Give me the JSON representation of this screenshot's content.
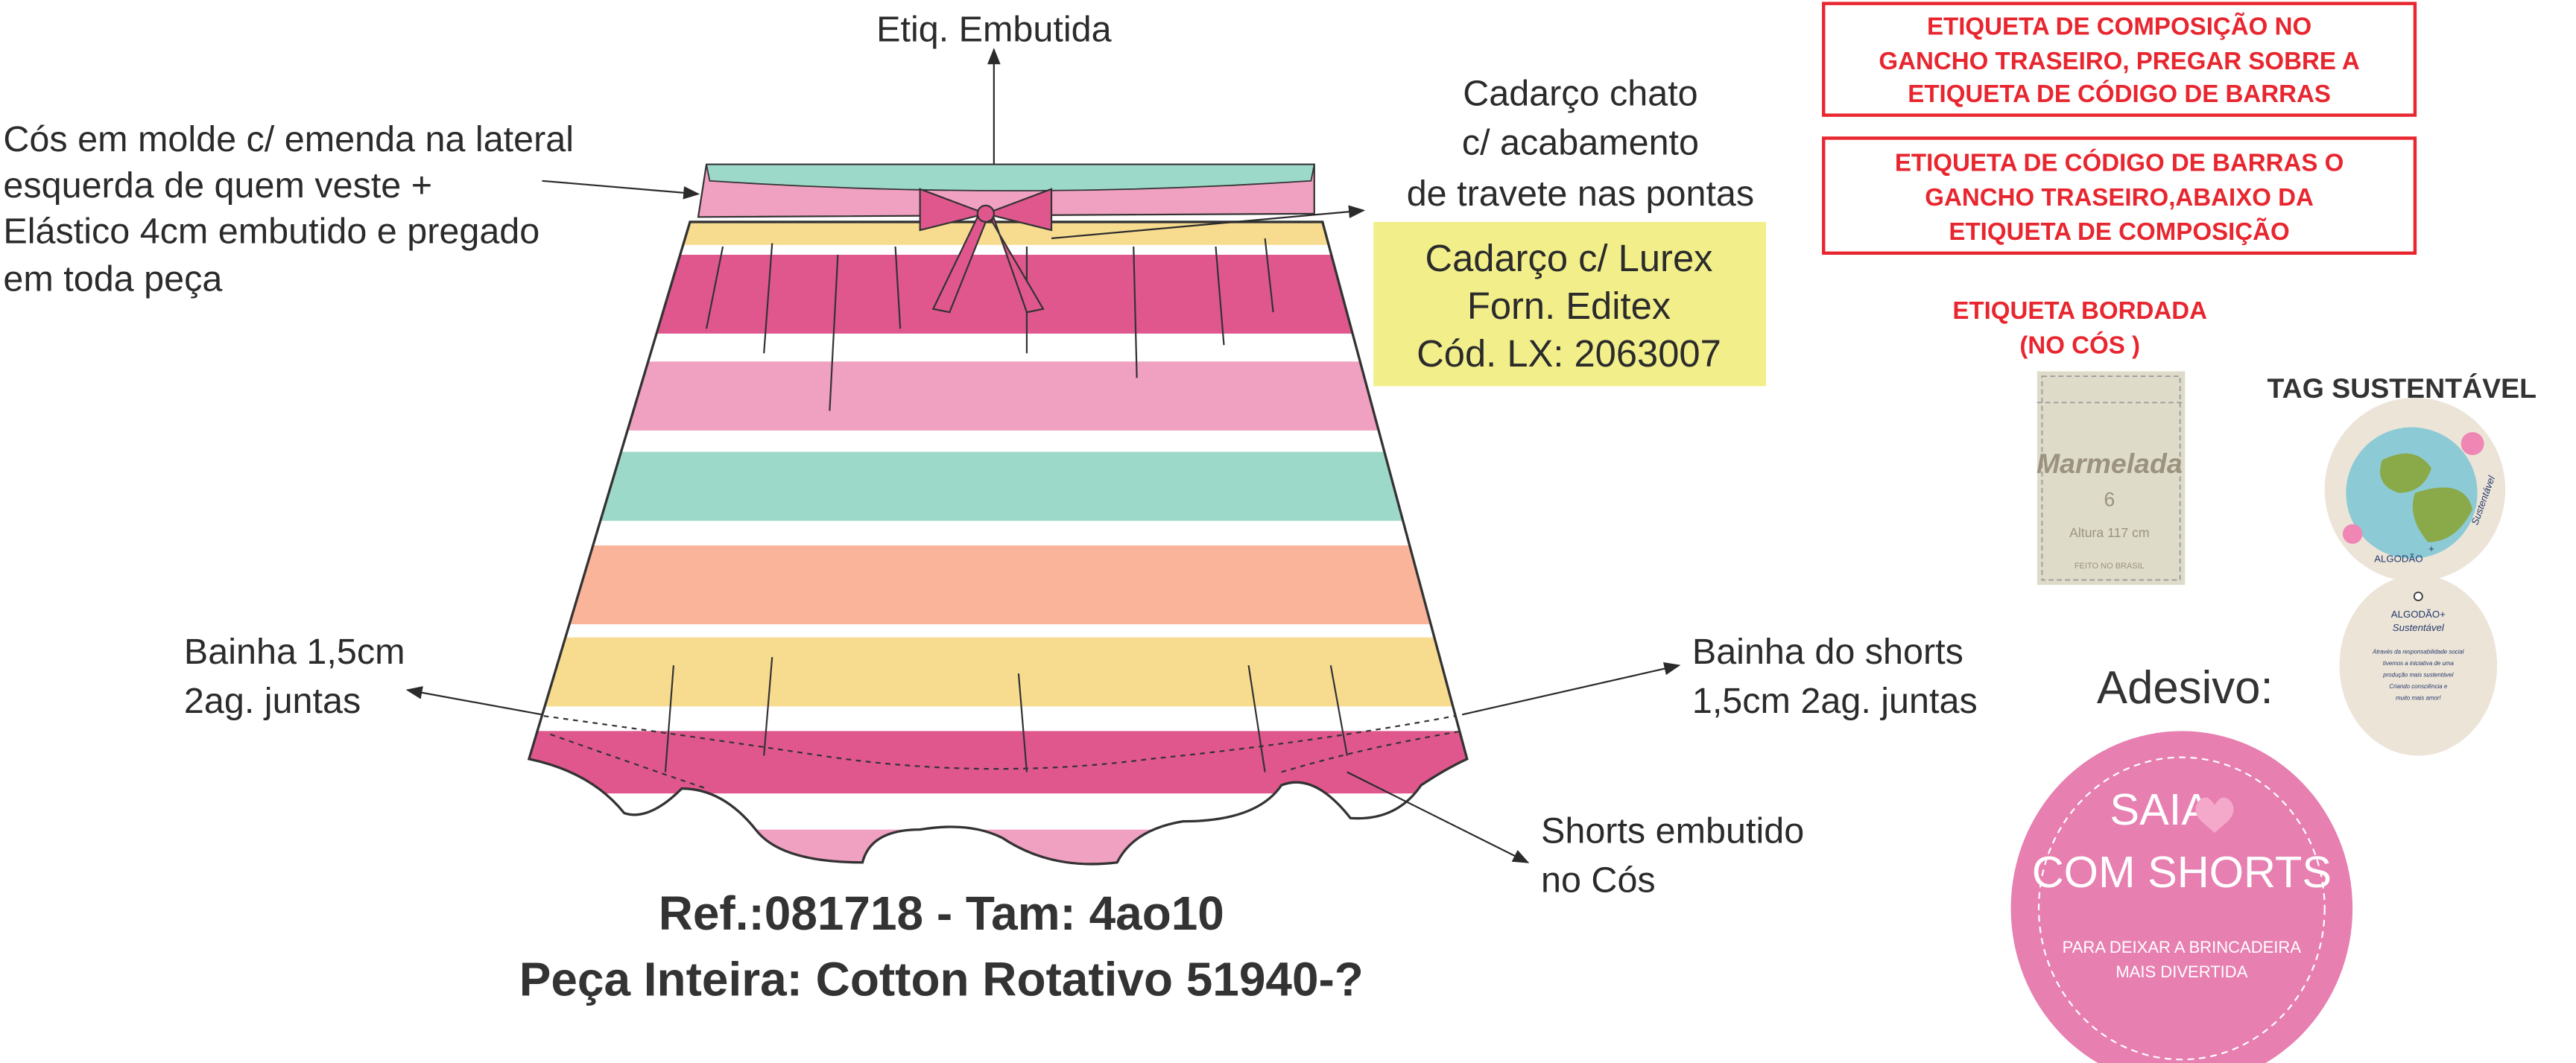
{
  "annotations": {
    "etiq_embutida": "Etiq. Embutida",
    "cos": [
      "Cós em molde c/ emenda na lateral",
      "esquerda de quem veste +",
      "Elástico 4cm embutido e pregado",
      "em toda peça"
    ],
    "cadarco": [
      "Cadarço chato",
      "c/ acabamento",
      "de travete nas pontas"
    ],
    "lurex_box": [
      "Cadarço c/ Lurex",
      "Forn. Editex",
      "Cód. LX: 2063007"
    ],
    "bainha": [
      "Bainha 1,5cm",
      "2ag. juntas"
    ],
    "bainha_shorts": [
      "Bainha do shorts",
      "1,5cm 2ag. juntas"
    ],
    "shorts_embutido": [
      "Shorts embutido",
      "no Cós"
    ]
  },
  "red_notes": [
    [
      "ETIQUETA DE COMPOSIÇÃO NO",
      "GANCHO TRASEIRO, PREGAR SOBRE A",
      "ETIQUETA DE CÓDIGO DE BARRAS"
    ],
    [
      "ETIQUETA DE CÓDIGO DE BARRAS O",
      "GANCHO TRASEIRO,ABAIXO DA",
      "ETIQUETA DE COMPOSIÇÃO"
    ]
  ],
  "etiqueta_bordada": {
    "title": [
      "ETIQUETA BORDADA",
      "(NO CÓS )"
    ],
    "brand": "Marmelada",
    "size": "6",
    "height": "Altura 117 cm",
    "origin": "FEITO NO BRASIL"
  },
  "tag": {
    "title": "TAG SUSTENTÁVEL",
    "front": [
      "ALGODÃO",
      "+",
      "Sustentável"
    ],
    "back_title": [
      "ALGODÃO+",
      "Sustentável"
    ],
    "back_text": [
      "Através da responsabilidade social",
      "tivemos a iniciativa de uma",
      "produção mais sustentável",
      "Criando consciência e",
      "muito mais amor!"
    ]
  },
  "adesivo": {
    "label": "Adesivo:",
    "line1": "SAIA",
    "line2": "COM SHORTS",
    "sub": [
      "PARA DEIXAR A BRINCADEIRA",
      "MAIS DIVERTIDA"
    ]
  },
  "footer": {
    "ref": "Ref.:081718 - Tam: 4ao10",
    "fabric": "Peça Inteira: Cotton Rotativo 51940-?"
  },
  "colors": {
    "red": "#e8262f",
    "yellow_box": "#f2ef8a",
    "pink_sticker": "#e77fb0",
    "dark_pink": "#e0578e",
    "light_pink": "#f0a0c0",
    "teal": "#9dd9c8",
    "peach": "#f9b49a",
    "yellow": "#f7dc90"
  }
}
